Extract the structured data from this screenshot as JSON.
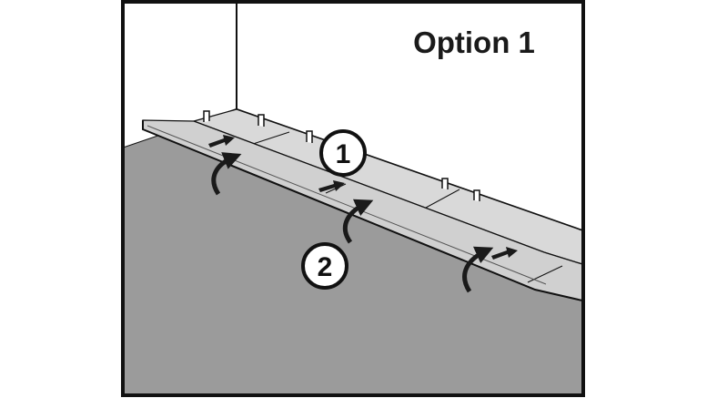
{
  "title": "Option 1",
  "steps": [
    {
      "label": "1",
      "meaning": "first-row-planks"
    },
    {
      "label": "2",
      "meaning": "second-row-planks"
    }
  ],
  "colors": {
    "floor": "#9b9b9b",
    "wall": "#ffffff",
    "plank_top": "#d9d9d9",
    "plank_edge": "#c4c4c4",
    "line": "#111111",
    "arrow": "#1a1a1a"
  },
  "icons": [
    "curved-arrow-icon",
    "push-arrow-icon",
    "spacer-wedge-icon"
  ]
}
